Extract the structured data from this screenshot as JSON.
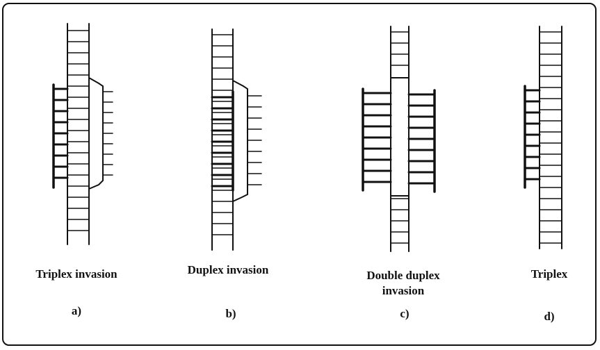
{
  "panels": [
    {
      "id": "a",
      "caption": "Triplex invasion",
      "letter": "a)"
    },
    {
      "id": "b",
      "caption": "Duplex invasion",
      "letter": "b)"
    },
    {
      "id": "c",
      "caption": "Double duplex\ninvasion",
      "letter": "c)"
    },
    {
      "id": "d",
      "caption": "Triplex",
      "letter": "d)"
    }
  ]
}
